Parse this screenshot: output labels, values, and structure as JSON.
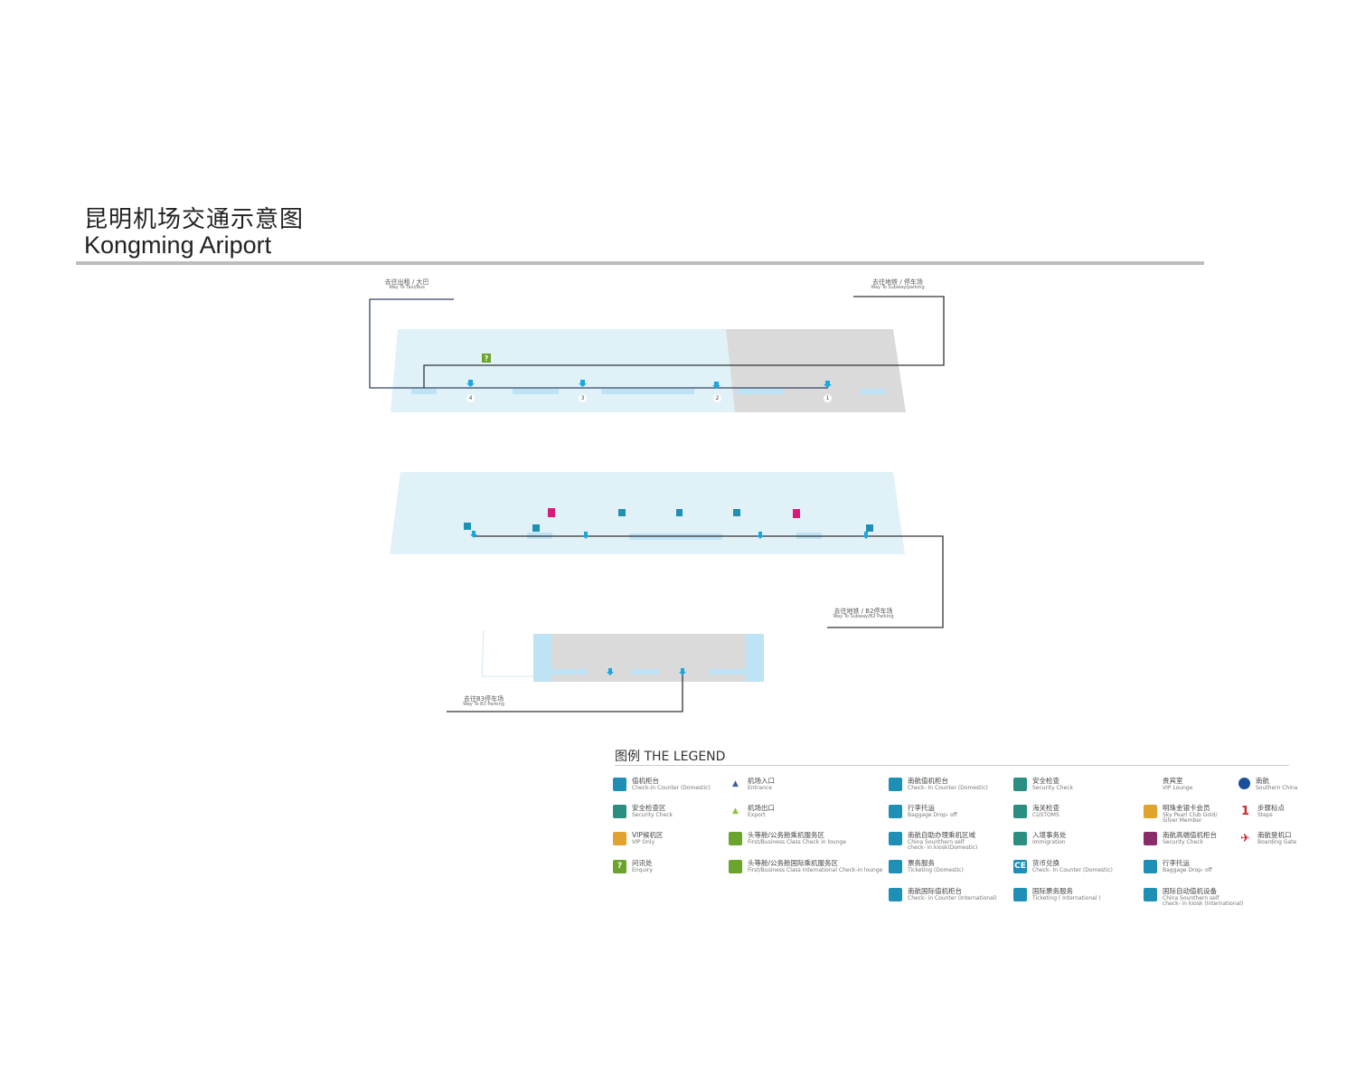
{
  "title": {
    "cn": "昆明机场交通示意图",
    "en": "Kongming Ariport"
  },
  "map": {
    "labels": [
      {
        "cn": "去往出租 / 大巴",
        "en": "Way To Taxi/Bus"
      },
      {
        "cn": "去往地铁 / 停车场",
        "en": "Way To Subway/parking"
      },
      {
        "cn": "去往地铁 / B2停车场",
        "en": "Way To Subway/B2 Parking"
      },
      {
        "cn": "去往B3停车场",
        "en": "Way To B3 Parking"
      }
    ],
    "exits": [
      "4",
      "3",
      "2",
      "1"
    ]
  },
  "legend": {
    "title": "图例  THE LEGEND",
    "items": [
      {
        "cn": "值机柜台",
        "en": "Check-in Counter (Domestic)",
        "icon": "checkin-counter-icon",
        "color": "#1e8fb5"
      },
      {
        "cn": "安全检查区",
        "en": "Security Check",
        "icon": "security-area-icon",
        "color": "#2a8f80"
      },
      {
        "cn": "VIP候机区",
        "en": "VIP Only",
        "icon": "vip-area-icon",
        "color": "#e0a32e"
      },
      {
        "cn": "问讯处",
        "en": "Enquiry",
        "icon": "enquiry-icon",
        "color": "#6aa42c"
      },
      {
        "cn": "机场入口",
        "en": "Entrance",
        "icon": "entrance-icon",
        "color": "#3f5aa8"
      },
      {
        "cn": "机场出口",
        "en": "Export",
        "icon": "exit-icon",
        "color": "#8cc43d"
      },
      {
        "cn": "头等舱/公务舱乘机服务区",
        "en": "First/Business Class Check in lounge",
        "icon": "first-class-lounge-icon",
        "color": "#6aa42c"
      },
      {
        "cn": "头等舱/公务舱国际乘机服务区",
        "en": "First/Business Class International Check-in lounge",
        "icon": "first-class-intl-lounge-icon",
        "color": "#6aa42c"
      },
      {
        "cn": "南航值机柜台",
        "en": "Check- In Counter (Domestic)",
        "icon": "cs-checkin-icon",
        "color": "#1e8fb5"
      },
      {
        "cn": "行李托运",
        "en": "Baggage Drop- off",
        "icon": "baggage-icon",
        "color": "#1e8fb5"
      },
      {
        "cn": "南航自助办理乘机区域",
        "en": "China Sounthern self\ncheck- in kiosk(Domestic)",
        "icon": "self-kiosk-icon",
        "color": "#1e8fb5"
      },
      {
        "cn": "票务服务",
        "en": "Ticketing (Domestic)",
        "icon": "ticketing-icon",
        "color": "#1e8fb5"
      },
      {
        "cn": "南航国际值机柜台",
        "en": "Check- in Counter (International)",
        "icon": "cs-intl-checkin-icon",
        "color": "#1e8fb5"
      },
      {
        "cn": "安全检查",
        "en": "Security Check",
        "icon": "security-check-icon",
        "color": "#2a8f80"
      },
      {
        "cn": "海关检查",
        "en": "CUSTOMS",
        "icon": "customs-icon",
        "color": "#2a8f80"
      },
      {
        "cn": "入境事务处",
        "en": "Immigration",
        "icon": "immigration-icon",
        "color": "#2a8f80"
      },
      {
        "cn": "货币兑换",
        "en": "Check- In Counter (Domestic)",
        "icon": "currency-exchange-icon",
        "color": "#1e8fb5",
        "glyph": "CE"
      },
      {
        "cn": "国际票务服务",
        "en": "Ticketing ( International )",
        "icon": "intl-ticketing-icon",
        "color": "#1e8fb5"
      },
      {
        "cn": "贵宾室",
        "en": "VIP Lounge",
        "icon": "",
        "color": ""
      },
      {
        "cn": "明珠金银卡会员",
        "en": "Sky Pearl Club Gold/\nSilver Member",
        "icon": "sky-pearl-icon",
        "color": "#e0a32e"
      },
      {
        "cn": "南航高端值机柜台",
        "en": "Security Check",
        "icon": "premium-checkin-icon",
        "color": "#8a2c6a"
      },
      {
        "cn": "行李托运",
        "en": "Baggage Drop- off",
        "icon": "baggage-icon",
        "color": "#1e8fb5"
      },
      {
        "cn": "国际自动值机设备",
        "en": "China Sounthern self\ncheck- in kiosk (International)",
        "icon": "intl-kiosk-icon",
        "color": "#1e8fb5"
      },
      {
        "cn": "南航",
        "en": "Southern China",
        "icon": "china-southern-logo-icon",
        "color": "#1a4f9c"
      },
      {
        "cn": "步骤标点",
        "en": "Steps",
        "icon": "step-marker-icon",
        "color": "#d0262a",
        "glyph": "1"
      },
      {
        "cn": "南航登机口",
        "en": "Boarding Gate",
        "icon": "plane-icon",
        "color": "#d0262a",
        "glyph": "✈"
      }
    ]
  }
}
